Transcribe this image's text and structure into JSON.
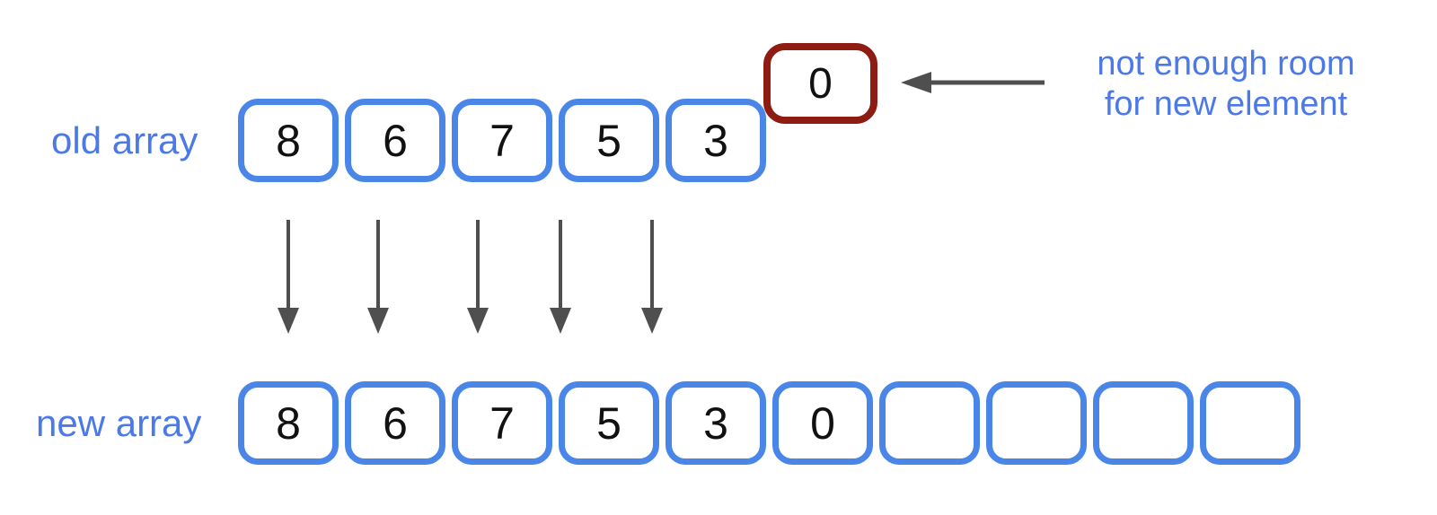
{
  "labels": {
    "old_array": "old array",
    "new_array": "new array"
  },
  "annotation": {
    "line1": "not enough room",
    "line2": "for new element"
  },
  "old_array": {
    "values": [
      "8",
      "6",
      "7",
      "5",
      "3"
    ]
  },
  "overflow_box": {
    "value": "0"
  },
  "new_array": {
    "values": [
      "8",
      "6",
      "7",
      "5",
      "3",
      "0",
      "",
      "",
      "",
      ""
    ]
  },
  "colors": {
    "blue_border": "#4a86e8",
    "blue_text": "#4b79e8",
    "red_border": "#8e1c12",
    "arrow_gray": "#4f4f4f",
    "digit": "#111111",
    "background": "#ffffff"
  }
}
